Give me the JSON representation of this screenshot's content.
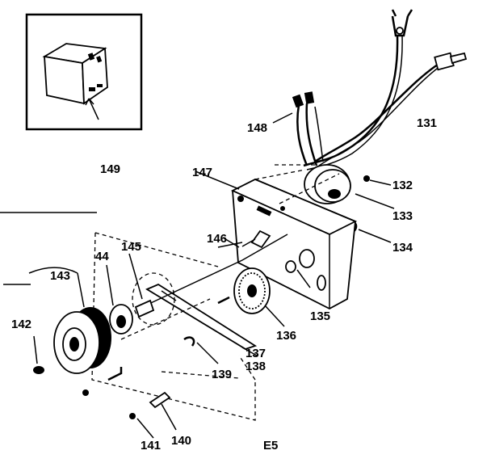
{
  "labels": {
    "l131": "131",
    "l132": "132",
    "l133": "133",
    "l134": "134",
    "l135": "135",
    "l136": "136",
    "l137": "137",
    "l138": "138",
    "l139": "139",
    "l140": "140",
    "l141": "141",
    "l142": "142",
    "l143": "143",
    "l144": "44",
    "l145": "145",
    "l146": "146",
    "l147": "147",
    "l148": "148",
    "l149": "149",
    "code": "E5"
  }
}
